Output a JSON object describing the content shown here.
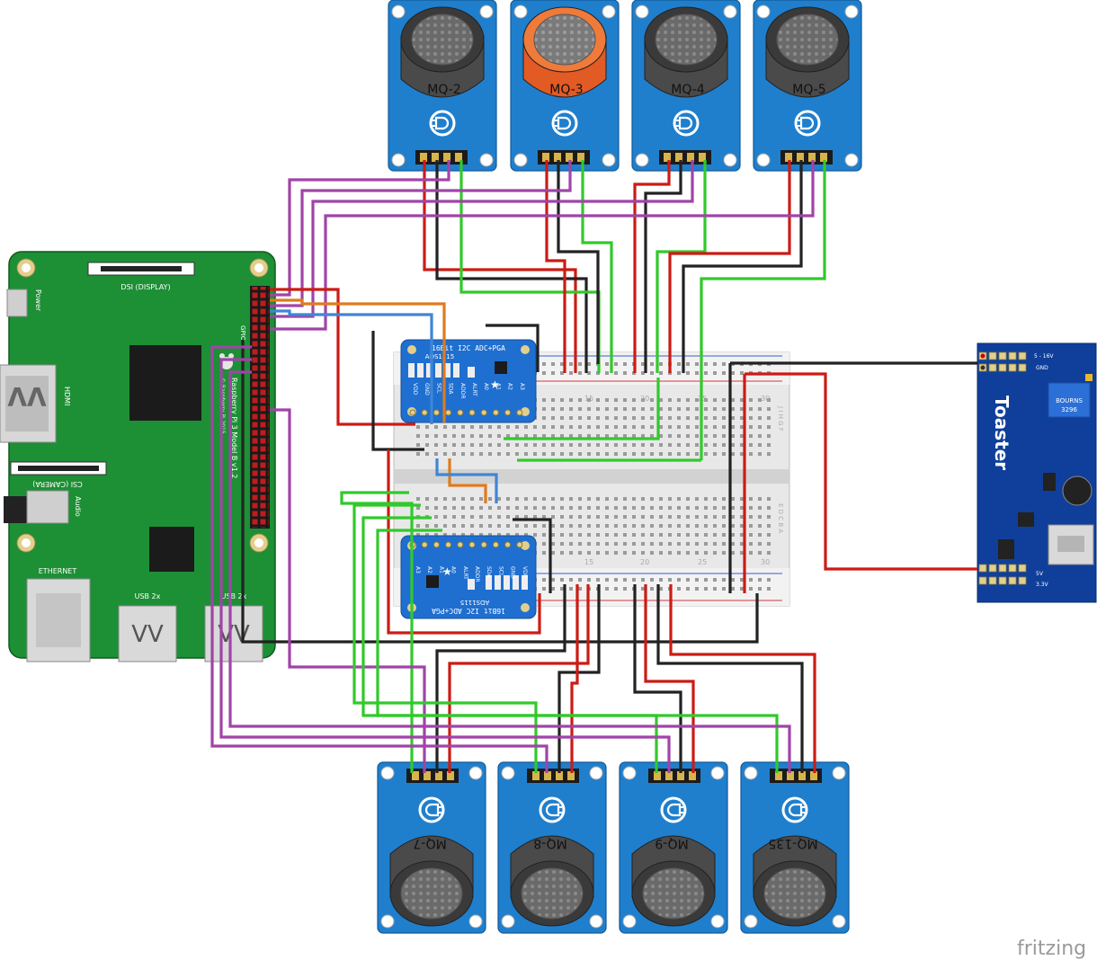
{
  "colors": {
    "wire_red": "#cc1b14",
    "wire_black": "#222222",
    "wire_green": "#31c92b",
    "wire_purple": "#a044a8",
    "wire_orange": "#e07a1c",
    "wire_blue": "#3e86d6",
    "sensor_board": "#1f7fcd",
    "pi_board": "#1d8f35",
    "adc_board": "#1f6fd0",
    "toaster_board": "#0f3f9a"
  },
  "sensors": {
    "top": [
      "MQ-2",
      "MQ-3",
      "MQ-4",
      "MQ-5"
    ],
    "bottom": [
      "MQ-7",
      "MQ-8",
      "MQ-9",
      "MQ-135"
    ]
  },
  "pi": {
    "power": "Power",
    "dsi": "DSI (DISPLAY)",
    "hdmi": "HDMI",
    "csi": "CSI (CAMERA)",
    "audio": "Audio",
    "ethernet": "ETHERNET",
    "usb1": "USB 2x",
    "usb2": "USB 2x",
    "gpio": "GPIO",
    "model": "Raspberry Pi 3 Model B v1.2",
    "copyright": "© Raspberry Pi 2015"
  },
  "adc_top": {
    "title": "16Bit I2C ADC+PGA",
    "chip": "ADS1115",
    "pins": [
      "VDD",
      "GND",
      "SCL",
      "SDA",
      "ADDR",
      "ALRT",
      "A0",
      "A1",
      "A2",
      "A3"
    ]
  },
  "adc_bottom": {
    "title": "16Bit I2C ADC+PGA",
    "chip": "ADS1115",
    "pins": [
      "A3",
      "A2",
      "A1",
      "A0",
      "ALRT",
      "ADDR",
      "SDA",
      "SCL",
      "GND",
      "VDD"
    ]
  },
  "breadboard": {
    "col_15": "15",
    "col_20": "20",
    "col_25": "25",
    "col_30": "30",
    "rows_top": "J I H G F",
    "rows_bottom": "E D C B A"
  },
  "toaster": {
    "name": "Toaster",
    "pin_top": "5 - 16V",
    "pin_gnd": "GND",
    "pot": "BOURNS",
    "pot_num": "3296",
    "out_5v": "5V",
    "out_33v": "3.3V"
  },
  "watermark": "fritzing"
}
